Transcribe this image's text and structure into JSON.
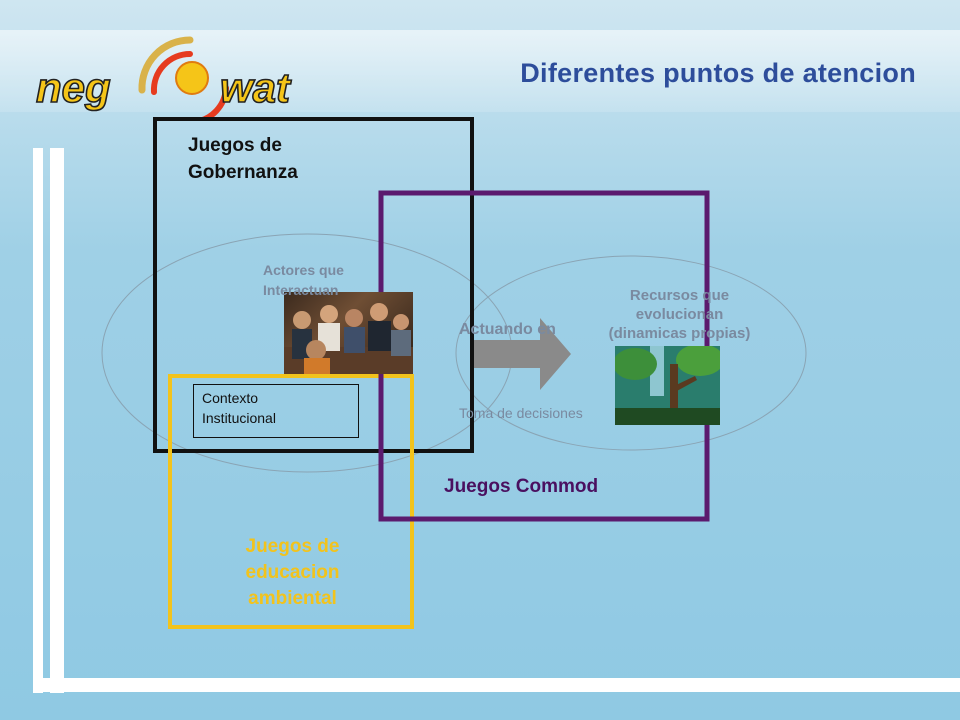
{
  "header": {
    "logo_text_left": "neg",
    "logo_text_right": "wat",
    "title": "Diferentes puntos de atencion"
  },
  "diagram": {
    "governance_games": "Juegos de Gobernanza",
    "governance_games_lines": [
      "Juegos de",
      "Gobernanza"
    ],
    "actors": [
      "Actores que",
      "Interactuan"
    ],
    "institutional_context": [
      "Contexto",
      "Institucional"
    ],
    "acting_on": "Actuando en",
    "decision_making": "Toma de decisiones",
    "resources": [
      "Recursos que",
      "evolucionan",
      "(dinamicas propias)"
    ],
    "commod_games": "Juegos Commod",
    "environmental_education_games": [
      "Juegos de",
      "educacion",
      "ambiental"
    ]
  },
  "colors": {
    "title": "#2d4d9b",
    "logo_text": "#f5c518",
    "governance_frame": "#111111",
    "commod_frame": "#5b1a6e",
    "education_frame": "#f2c31c",
    "faded_text": "#7a8aa0",
    "arrow": "#8a8a8a"
  },
  "icons": [
    "logo-signal-icon",
    "arrow-right-icon",
    "people-meeting-photo",
    "forest-photo"
  ]
}
